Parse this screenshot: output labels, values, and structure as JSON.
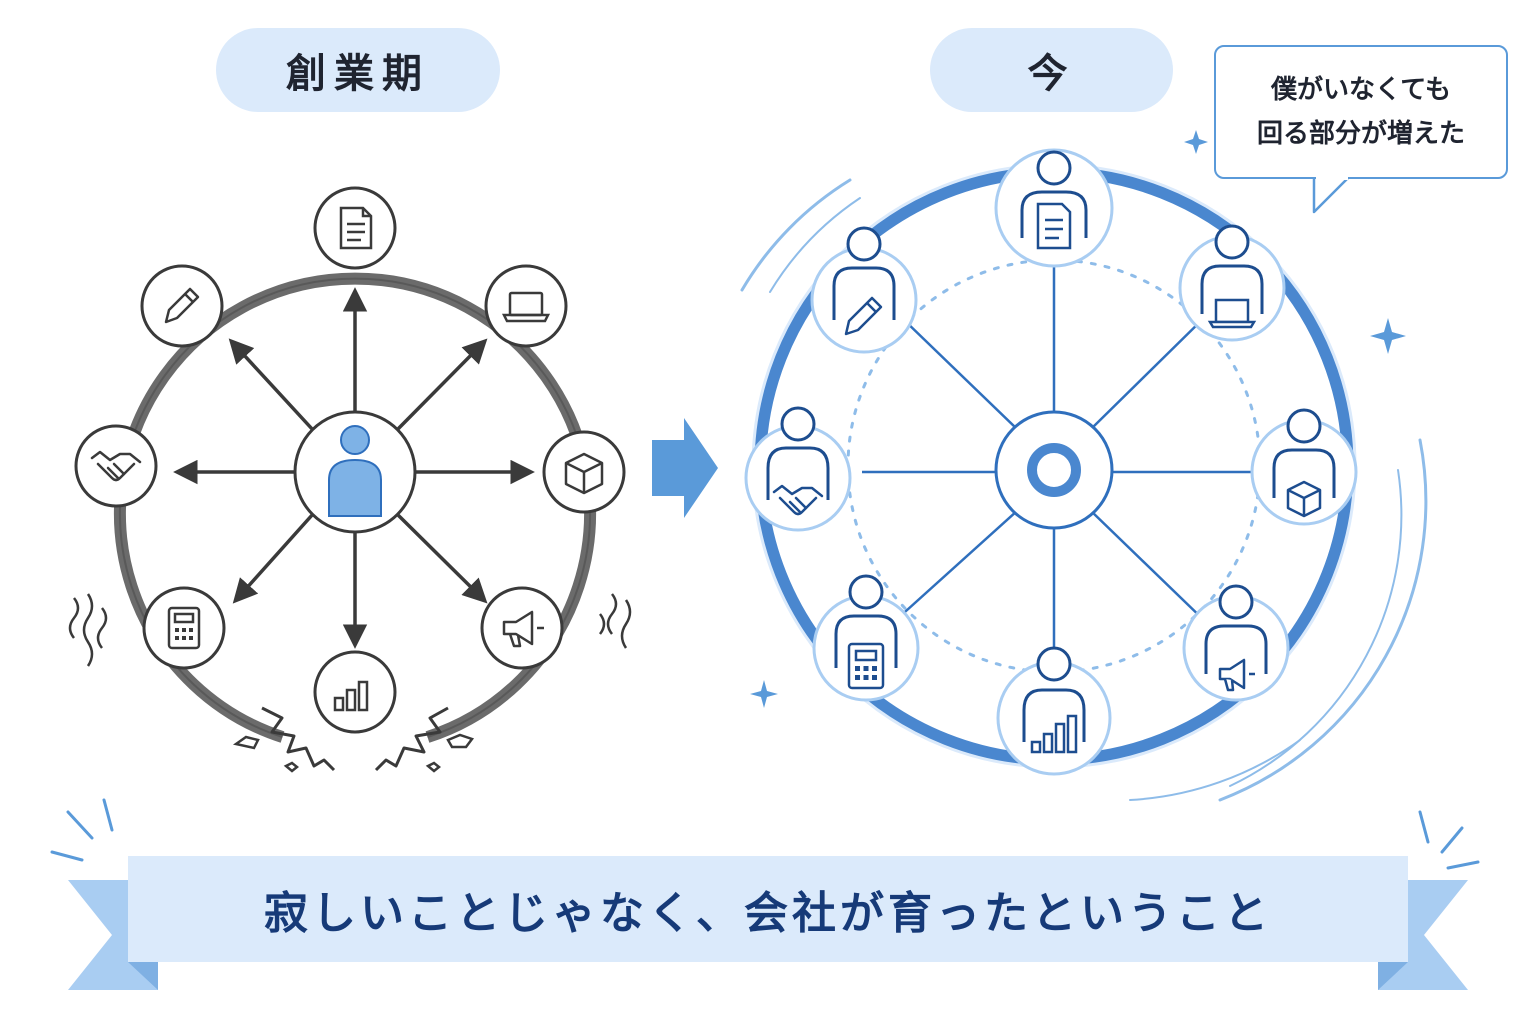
{
  "left_panel": {
    "label": "創業期"
  },
  "right_panel": {
    "label": "今"
  },
  "speech_bubble": {
    "lines": [
      "僕がいなくても",
      "回る部分が増えた"
    ]
  },
  "banner": {
    "text": "寂しいことじゃなく、会社が育ったということ"
  },
  "icons": [
    "document-icon",
    "laptop-icon",
    "box-icon",
    "megaphone-icon",
    "bar-chart-icon",
    "calculator-icon",
    "handshake-icon",
    "pencil-icon"
  ],
  "colors": {
    "primary_blue": "#2f6fbd",
    "light_blue": "#dbeafb",
    "dark_gray": "#3a3a3a",
    "ring_gray": "#6b6b6b"
  }
}
